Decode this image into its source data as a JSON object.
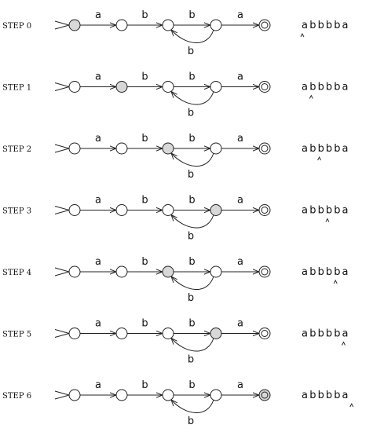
{
  "automaton": {
    "states": [
      "q0",
      "q1",
      "q2",
      "q3",
      "q4"
    ],
    "final_state": "q4",
    "transitions": [
      {
        "from": "q0",
        "to": "q1",
        "label": "a"
      },
      {
        "from": "q1",
        "to": "q2",
        "label": "b"
      },
      {
        "from": "q2",
        "to": "q3",
        "label": "b"
      },
      {
        "from": "q3",
        "to": "q4",
        "label": "a"
      },
      {
        "from": "q3",
        "to": "q2",
        "label": "b"
      }
    ],
    "state_fill": "#ffffff",
    "active_fill": "#d8d8d8",
    "stroke": "#222222"
  },
  "input_word": "abbbba",
  "steps": [
    {
      "label": "STEP 0",
      "active_state": "q0",
      "position": 0
    },
    {
      "label": "STEP 1",
      "active_state": "q1",
      "position": 1
    },
    {
      "label": "STEP 2",
      "active_state": "q2",
      "position": 2
    },
    {
      "label": "STEP 3",
      "active_state": "q3",
      "position": 3
    },
    {
      "label": "STEP 4",
      "active_state": "q2",
      "position": 4
    },
    {
      "label": "STEP 5",
      "active_state": "q3",
      "position": 5
    },
    {
      "label": "STEP 6",
      "active_state": "q4",
      "position": 6
    }
  ]
}
